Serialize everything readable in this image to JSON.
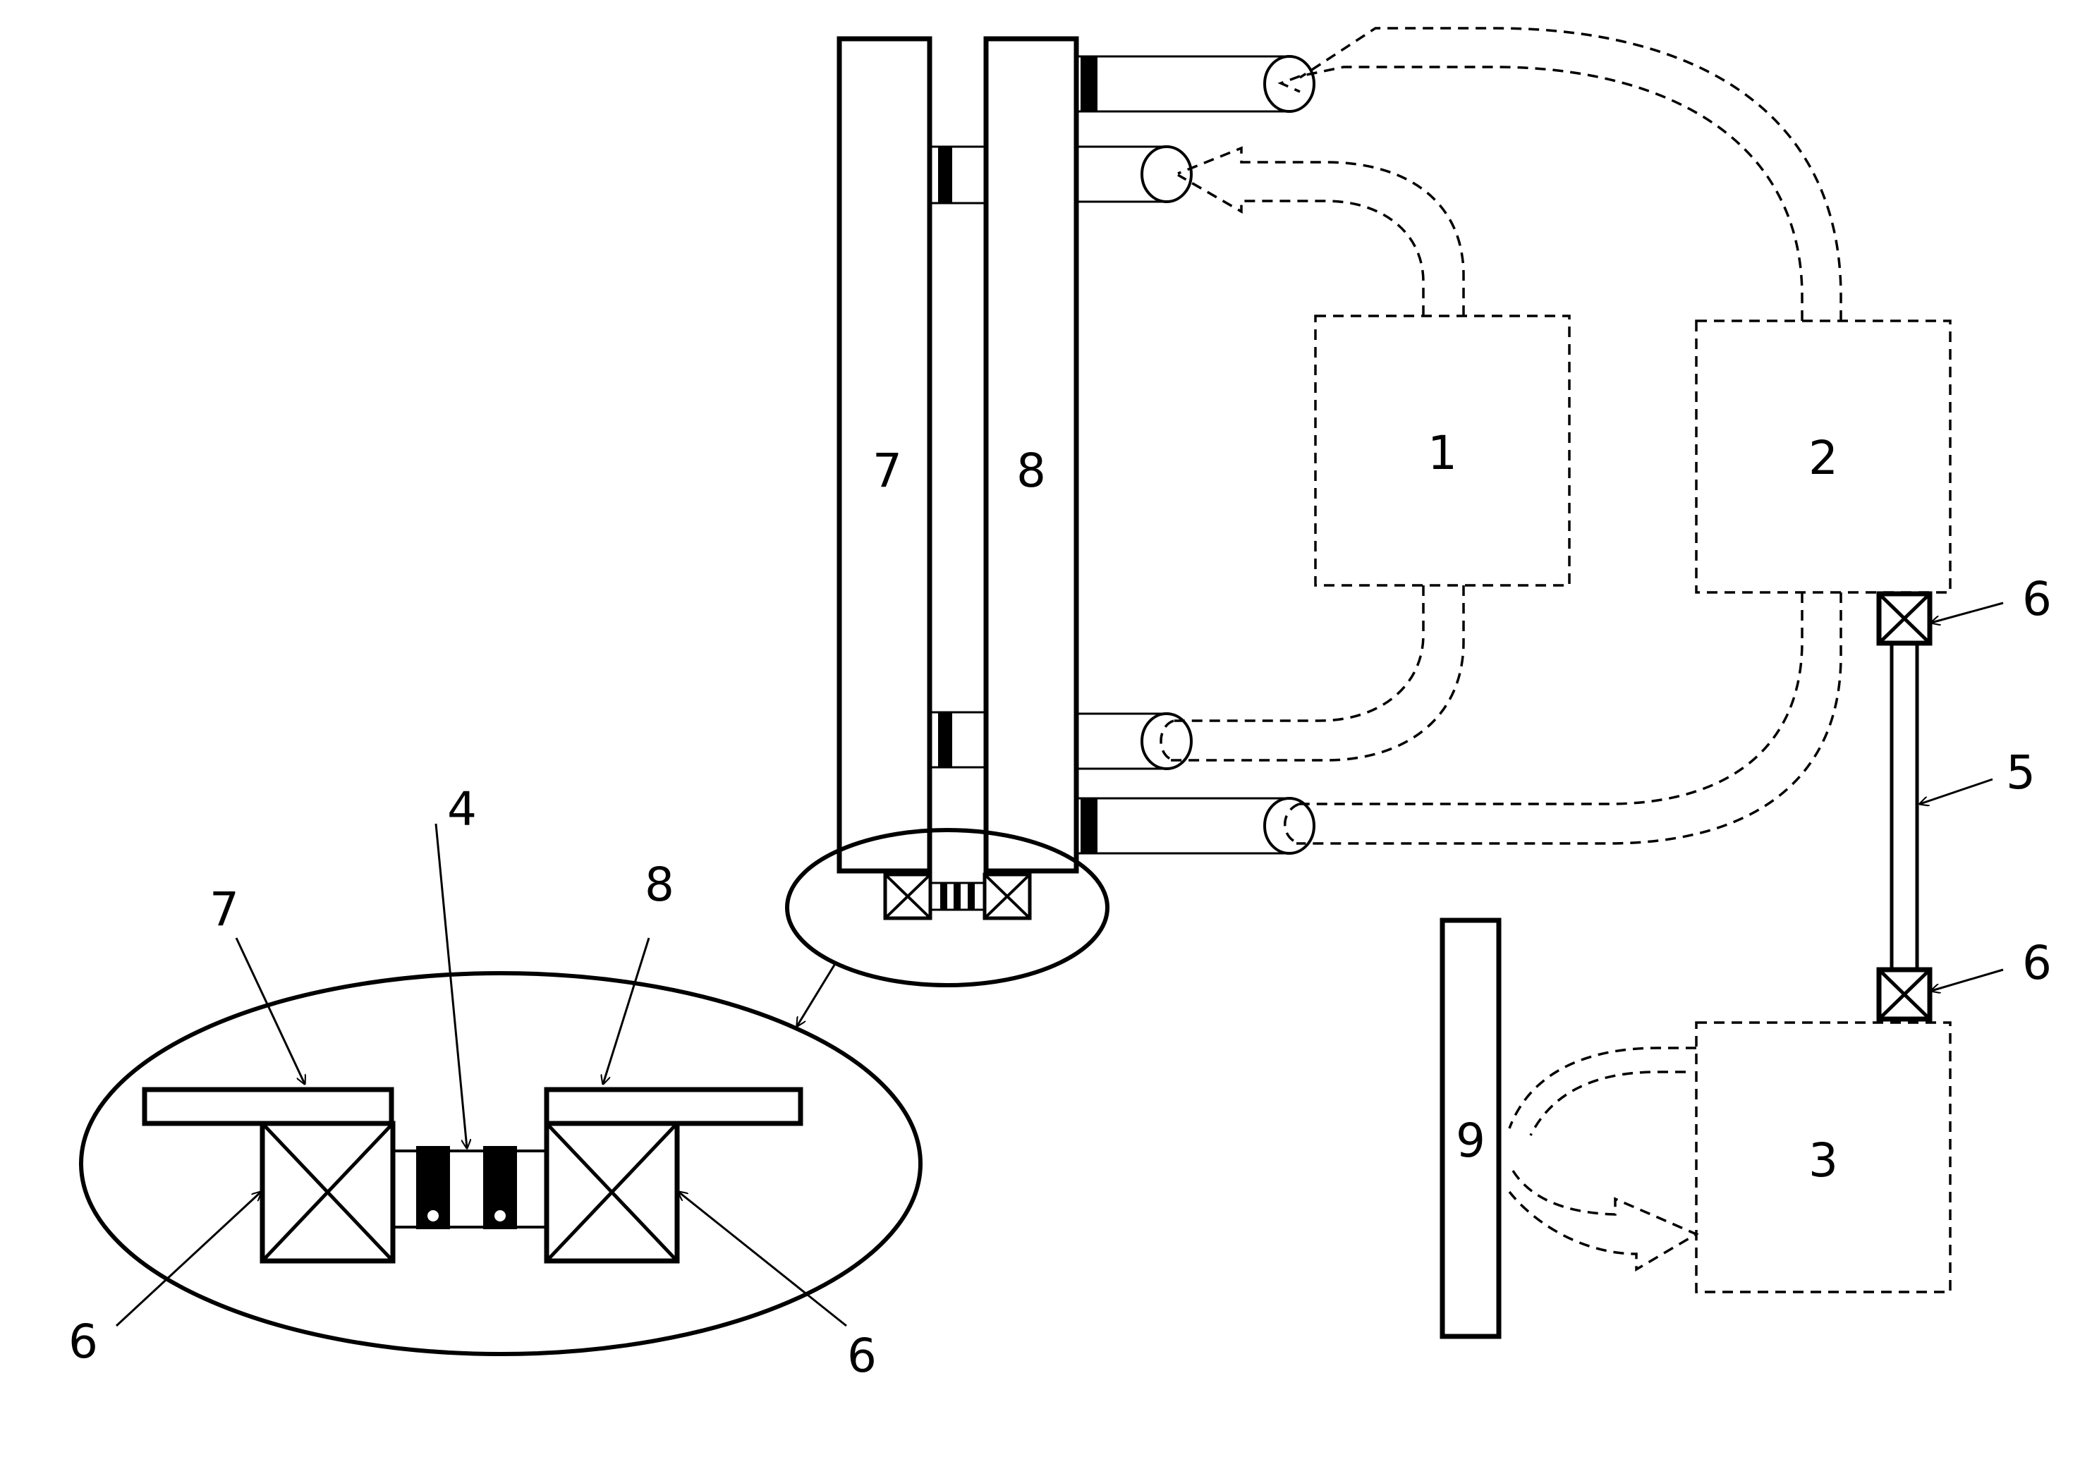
{
  "labels": {
    "block1": "1",
    "block2": "2",
    "block3": "3",
    "wire4": "4",
    "bar5": "5",
    "joint6_top": "6",
    "joint6_bottom": "6",
    "panel7": "7",
    "panel8": "8",
    "bar9": "9",
    "detail7": "7",
    "detail8": "8",
    "detail6_left": "6",
    "detail6_right": "6"
  }
}
